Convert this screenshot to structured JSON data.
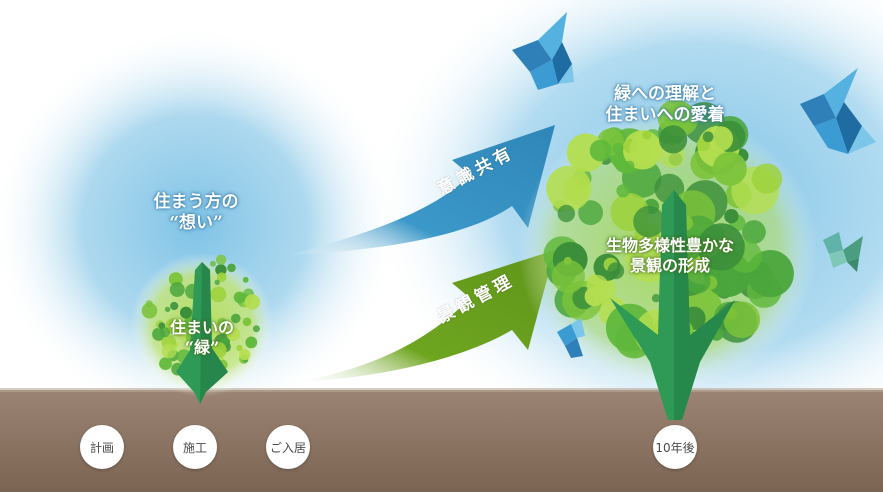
{
  "labels": {
    "residents_thoughts_line1": "住まう方の",
    "residents_thoughts_line2": "“想い”",
    "home_green_line1": "住まいの",
    "home_green_line2": "“緑”",
    "understanding_line1": "緑への理解と",
    "understanding_line2": "住まいへの愛着",
    "biodiversity_line1": "生物多様性豊かな",
    "biodiversity_line2": "景観の形成"
  },
  "arrows": {
    "upper": {
      "label": "意識共有",
      "color": "#3b98c8"
    },
    "lower": {
      "label": "景観管理",
      "color": "#6ea51f"
    }
  },
  "timeline": {
    "stages": [
      "計画",
      "施工",
      "ご入居",
      "10年後"
    ]
  },
  "colors": {
    "sky": "#8ecbe8",
    "ground": "#8a7260",
    "tree_light": "#9dd23c",
    "tree_mid": "#5fb83b",
    "tree_dark": "#3b8f3a",
    "trunk": "#2e9a55",
    "bird": "#3b9bd3"
  },
  "icons": [
    "bird-icon",
    "small-bird-icon",
    "butterfly-icon"
  ]
}
